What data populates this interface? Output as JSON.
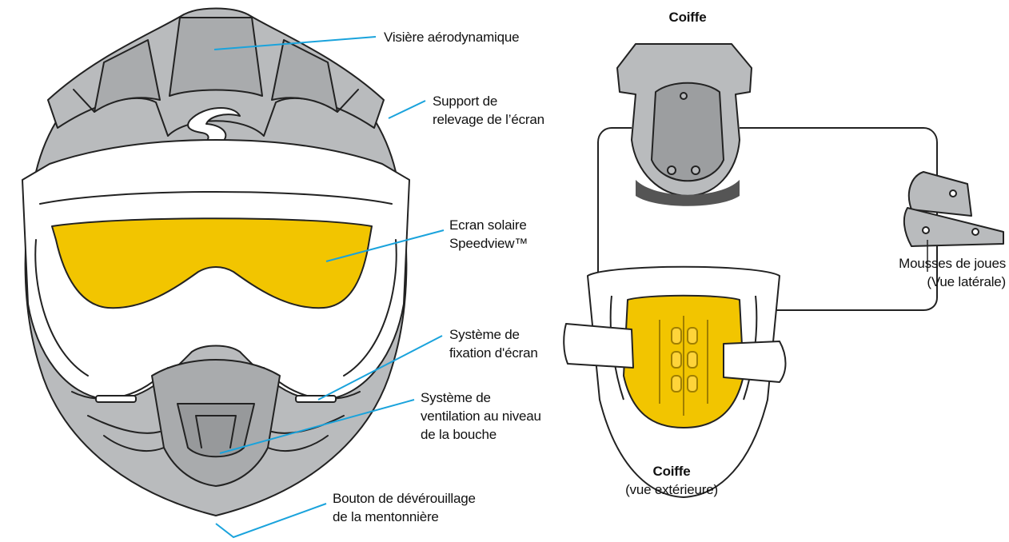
{
  "colors": {
    "helmet_gray": "#b9bbbd",
    "helmet_dark": "#8f9193",
    "visor_yellow": "#f2c500",
    "leader_blue": "#1aa3dc",
    "outline": "#222222",
    "white": "#ffffff"
  },
  "callouts": {
    "peak": {
      "lines": [
        "Visière aérodynamique"
      ]
    },
    "visor_lift": {
      "lines": [
        "Support de",
        "relevage de l’écran"
      ]
    },
    "sun_visor": {
      "lines": [
        "Ecran solaire",
        "Speedview™"
      ]
    },
    "shield_mount": {
      "lines": [
        "Système de",
        "fixation d'écran"
      ]
    },
    "mouth_vent": {
      "lines": [
        "Système de",
        "ventilation au niveau",
        "de la bouche"
      ]
    },
    "chin_release": {
      "lines": [
        "Bouton de dévérouillage",
        "de la mentonnière"
      ]
    }
  },
  "liner_panel": {
    "top_title": "Coiffe",
    "bottom_title": "Coiffe",
    "bottom_subtitle": "(vue extérieure)",
    "cheek_pads": [
      "Mousses de joues",
      "(Vue latérale)"
    ]
  }
}
